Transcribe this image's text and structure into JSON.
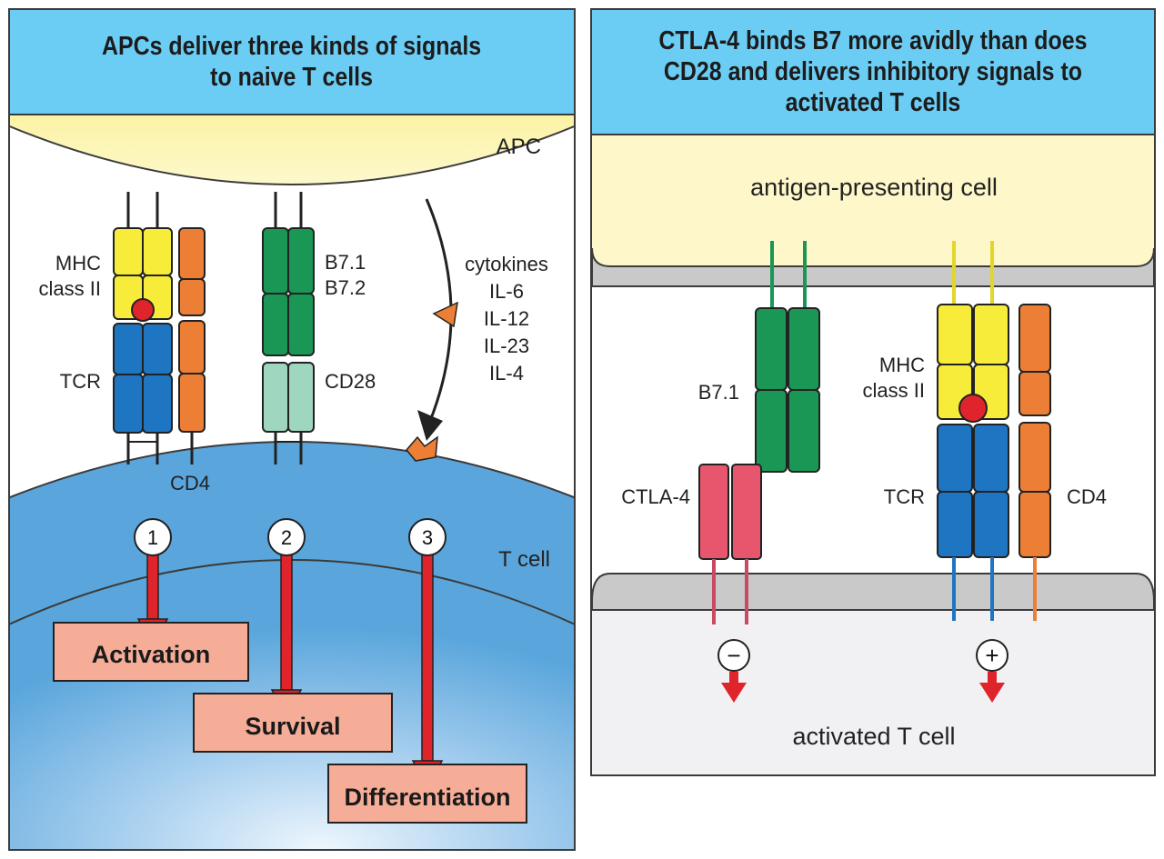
{
  "left_panel": {
    "title": "APCs deliver three kinds of signals\nto naive T cells",
    "apc_label": "APC",
    "t_cell_label": "T cell",
    "mhc_label_line1": "MHC",
    "mhc_label_line2": "class II",
    "tcr_label": "TCR",
    "cd4_label": "CD4",
    "b7_label_line1": "B7.1",
    "b7_label_line2": "B7.2",
    "cd28_label": "CD28",
    "cytokines": [
      "cytokines",
      "IL-6",
      "IL-12",
      "IL-23",
      "IL-4"
    ],
    "signals": [
      {
        "number": "1",
        "label": "Activation"
      },
      {
        "number": "2",
        "label": "Survival"
      },
      {
        "number": "3",
        "label": "Differentiation"
      }
    ]
  },
  "right_panel": {
    "title": "CTLA-4 binds B7 more avidly than does\nCD28 and delivers inhibitory signals to\nactivated T cells",
    "apc_label": "antigen-presenting cell",
    "t_cell_label": "activated T cell",
    "b7_label": "B7.1",
    "ctla4_label": "CTLA-4",
    "mhc_label_line1": "MHC",
    "mhc_label_line2": "class II",
    "tcr_label": "TCR",
    "cd4_label": "CD4",
    "inhibitory_sign": "−",
    "activating_sign": "+"
  },
  "colors": {
    "header_blue": "#6ccdf4",
    "apc_yellow": "#fbf3a6",
    "t_cell_blue": "#5aa6dc",
    "mhc_yellow": "#f8ec3a",
    "tcr_blue": "#1e75c2",
    "cd4_orange": "#ec7f35",
    "b7_green": "#1a9655",
    "cd28_mint": "#9fd6c0",
    "ctla4_pink": "#e8566e",
    "arrow_red": "#e0242b",
    "box_salmon": "#f6ad98",
    "membrane_gray": "#c9c9c9"
  }
}
